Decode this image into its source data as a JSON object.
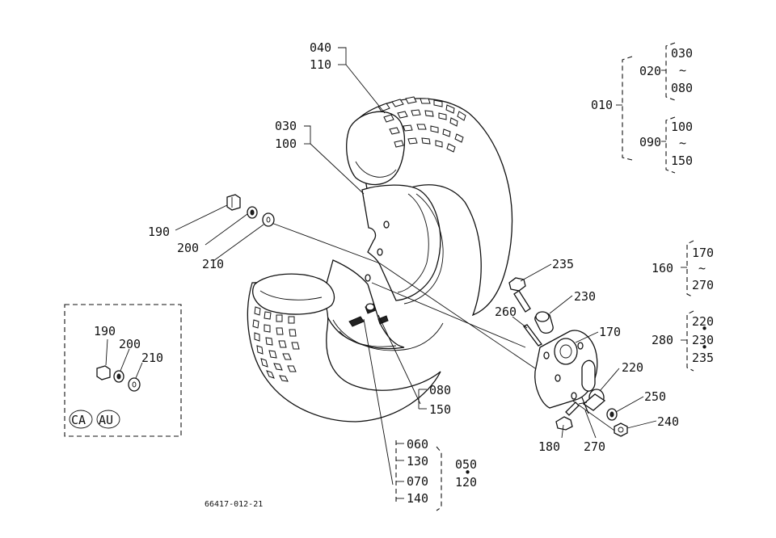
{
  "labels": {
    "p010": "010",
    "p020": "020",
    "p030a": "030",
    "p080a": "080",
    "p090": "090",
    "p100a": "100",
    "p150a": "150",
    "p040": "040",
    "p110": "110",
    "p030": "030",
    "p100": "100",
    "p190": "190",
    "p200": "200",
    "p210": "210",
    "p235": "235",
    "p230": "230",
    "p260": "260",
    "p170": "170",
    "p160": "160",
    "p170b": "170",
    "p270b": "270",
    "p280": "280",
    "p220b": "220",
    "p230b": "230",
    "p235b": "235",
    "p220": "220",
    "p250": "250",
    "p240": "240",
    "p180": "180",
    "p270": "270",
    "p080": "080",
    "p150": "150",
    "p060": "060",
    "p130": "130",
    "p070": "070",
    "p140": "140",
    "p050": "050",
    "p120": "120",
    "inset190": "190",
    "inset200": "200",
    "inset210": "210",
    "badgeCA": "CA",
    "badgeAU": "AU",
    "range_tilde": "~",
    "bullet": "•",
    "drawing_no": "66417-012-21"
  }
}
